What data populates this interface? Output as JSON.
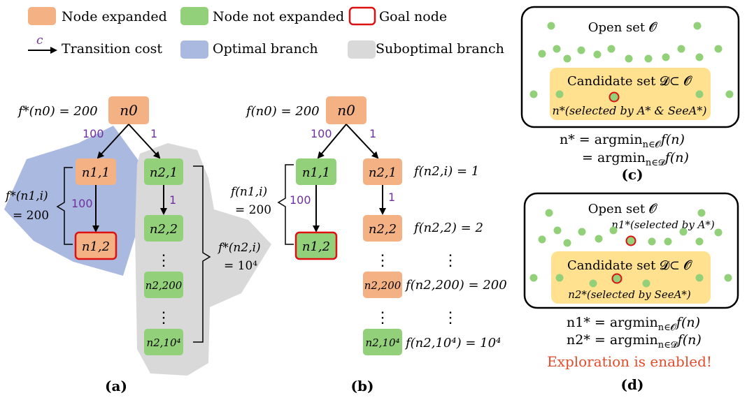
{
  "legend": {
    "expanded": "Node expanded",
    "not_expanded": "Node not expanded",
    "goal": "Goal node",
    "cost_symbol": "c",
    "transition": "Transition cost",
    "optimal": "Optimal branch",
    "suboptimal": "Suboptimal branch"
  },
  "colors": {
    "expanded": "#f4b183",
    "not_expanded": "#92d07a",
    "goal_border": "#dd1111",
    "optimal_region": "#aab9e0",
    "suboptimal_region": "#d9d9d9",
    "candidate_box": "#ffe18f",
    "dot": "#92d07a",
    "cost_text": "#7030a0",
    "exploration_text": "#e34b2a"
  },
  "panel_a": {
    "caption": "(a)",
    "root_label": "f*(n0) = 200",
    "cost_left": "100",
    "cost_right": "1",
    "cost_mid": "100",
    "cost_chain": "1",
    "brace_left_l1": "f*(n1,i)",
    "brace_left_l2": "= 200",
    "brace_right_l1": "f*(n2,i)",
    "brace_right_l2": "= 10⁴",
    "dots": "⋮"
  },
  "panel_b": {
    "caption": "(b)",
    "root_label": "f(n0) = 200",
    "cost_left": "100",
    "cost_right": "1",
    "cost_mid": "100",
    "cost_chain": "1",
    "brace_l1": "f(n1,i)",
    "brace_l2": "= 200",
    "f21": "f(n2,i) = 1",
    "f22": "f(n2,2) = 2",
    "f2200": "f(n2,200) = 200",
    "f2104": "f(n2,10⁴) = 10⁴",
    "dots": "⋮"
  },
  "nodes": {
    "n0": "n0",
    "n11": "n1,1",
    "n12": "n1,2",
    "n21": "n2,1",
    "n22": "n2,2",
    "n2200": "n2,200",
    "n2104": "n2,10⁴"
  },
  "panel_c": {
    "caption": "(c)",
    "open_set": "Open set 𝓞",
    "candidate": "Candidate set 𝓓⊂ 𝓞",
    "selected": "n*(selected by A* & SeeA*)",
    "eq1": "n* = argmin",
    "eq1_sub": "n∈𝓞",
    "eq1_tail": "f(n)",
    "eq2": "= argmin",
    "eq2_sub": "n∈𝓓",
    "eq2_tail": "f(n)"
  },
  "panel_d": {
    "caption": "(d)",
    "open_set": "Open set 𝓞",
    "selected1": "n1*(selected by A*)",
    "candidate": "Candidate set 𝓓⊂ 𝓞",
    "selected2": "n2*(selected by SeeA*)",
    "eq1": "n1* = argmin",
    "eq1_sub": "n∈𝓞",
    "eq1_tail": "f(n)",
    "eq2": "n2* = argmin",
    "eq2_sub": "n∈𝓓",
    "eq2_tail": "f(n)",
    "exploration": "Exploration is enabled!"
  }
}
